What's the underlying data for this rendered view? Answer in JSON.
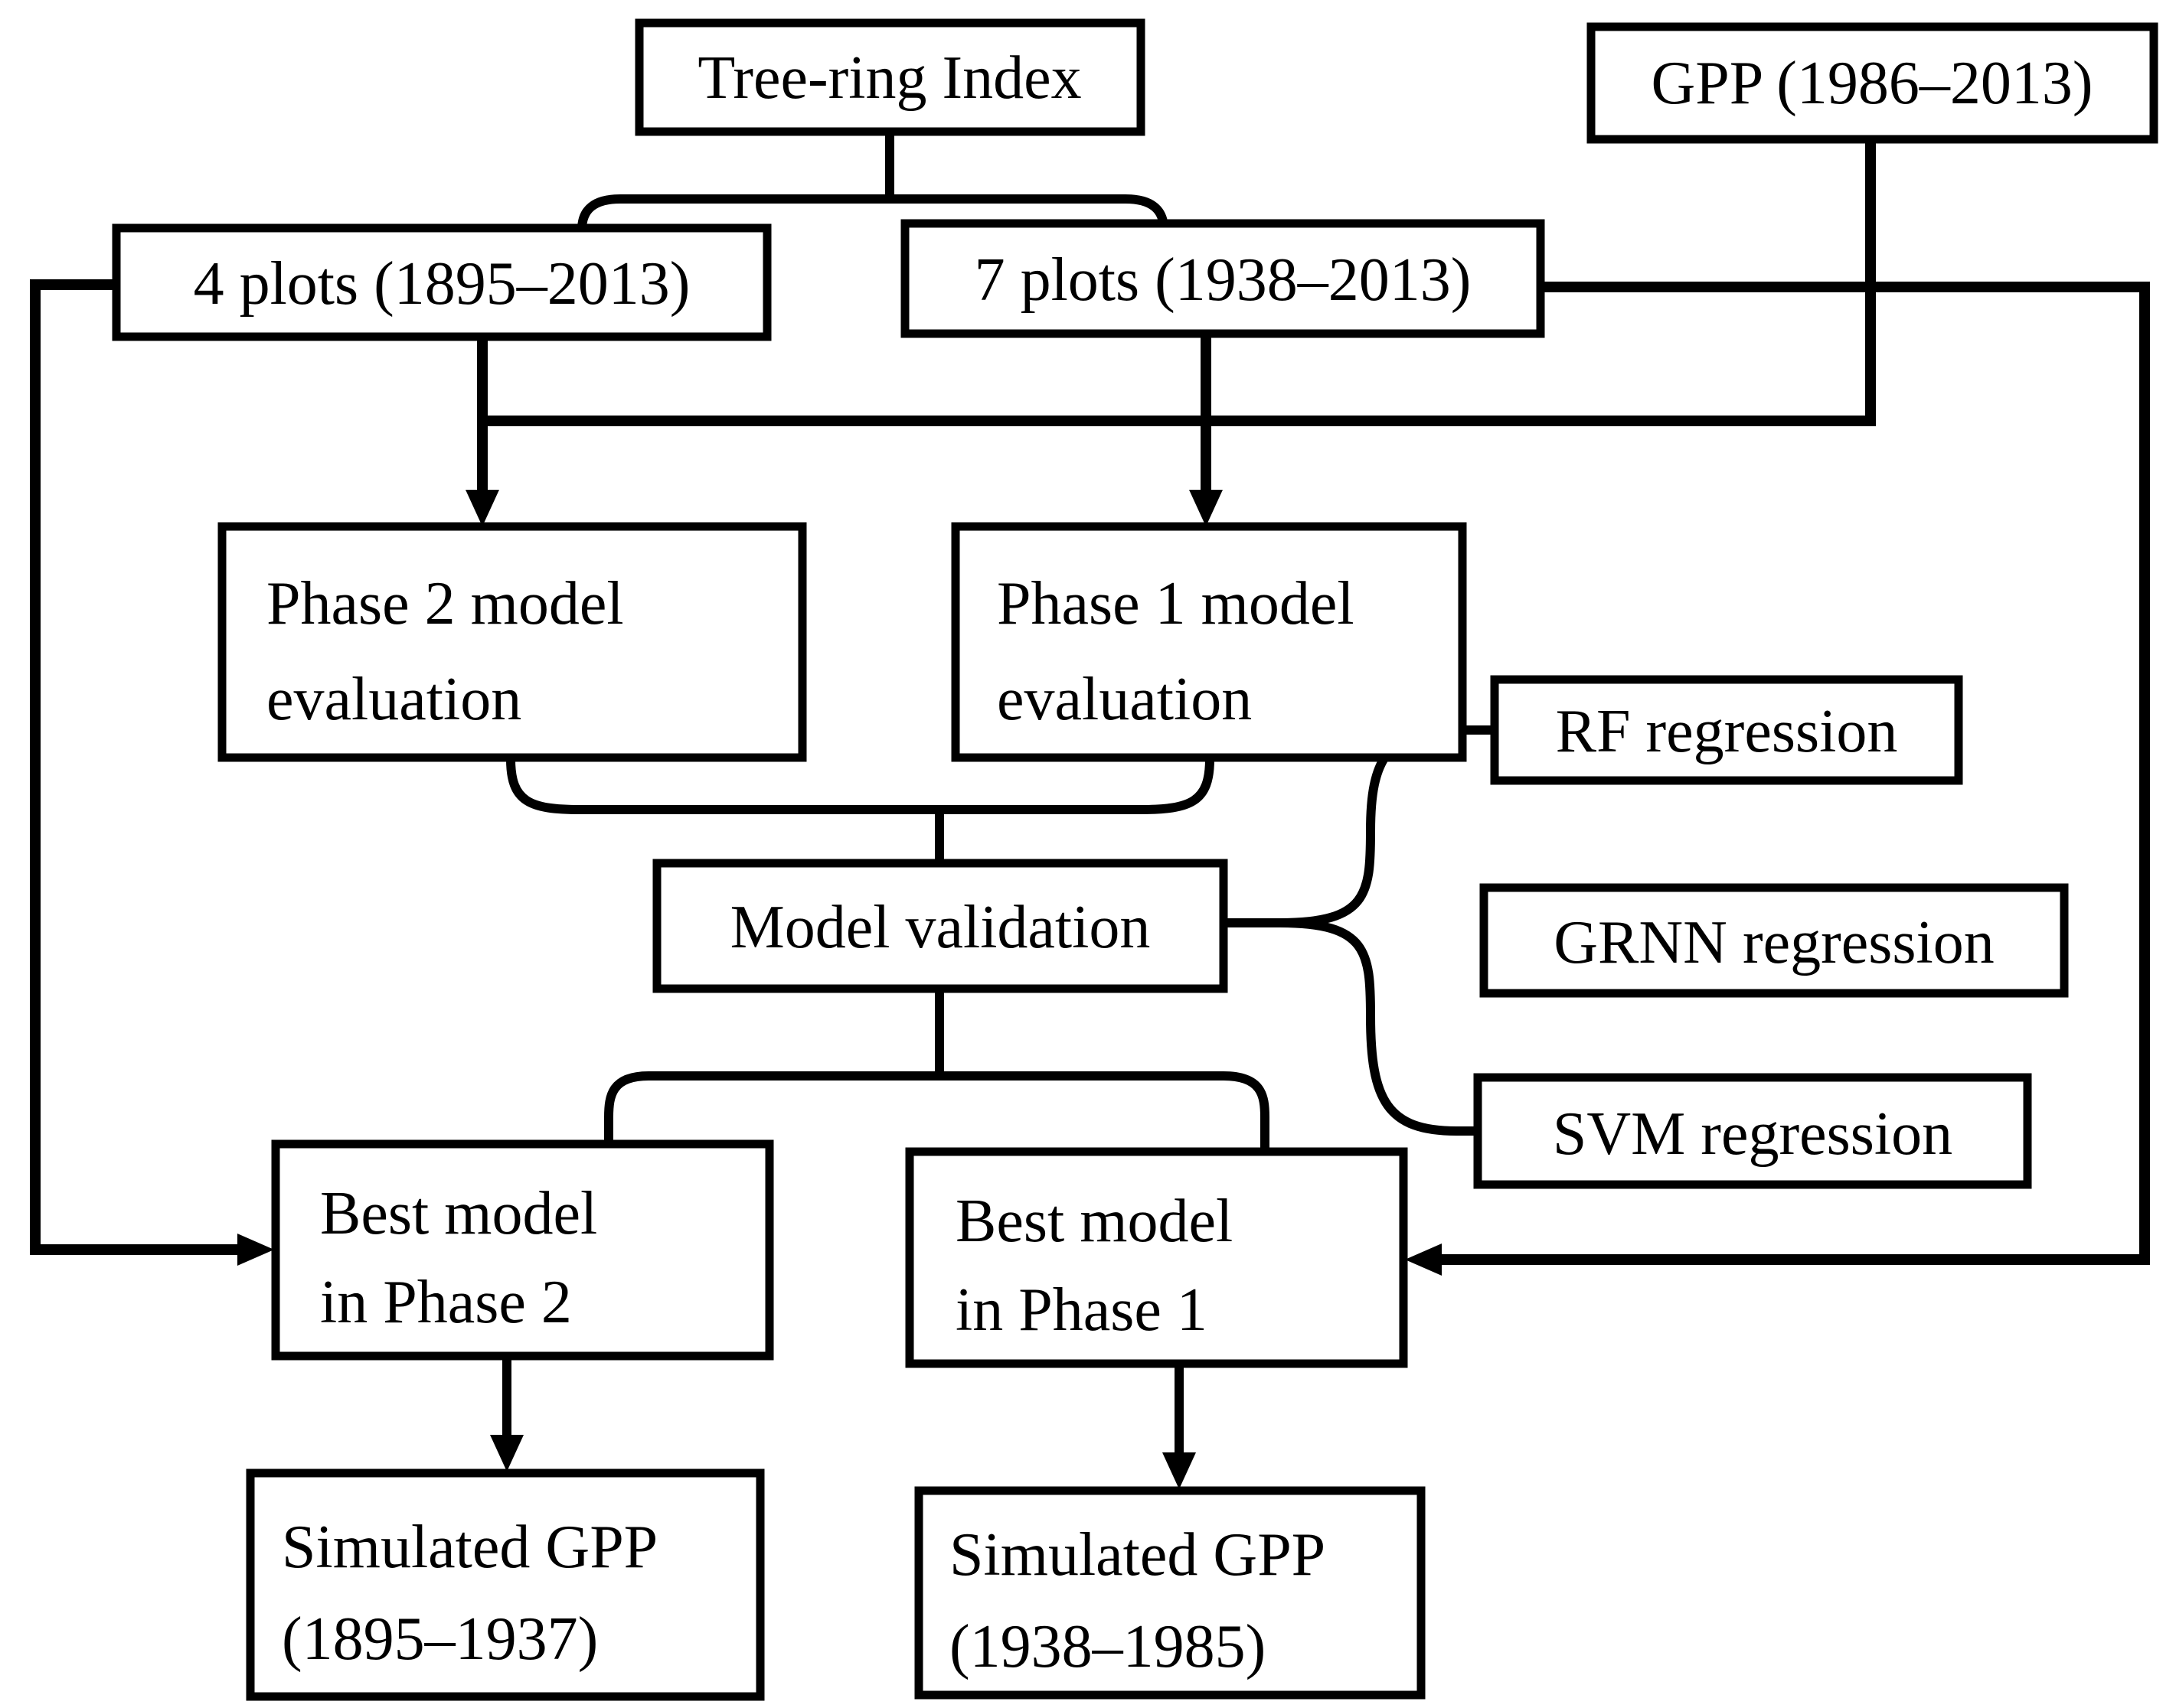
{
  "diagram": {
    "type": "flowchart",
    "background_color": "#ffffff",
    "line_color": "#000000",
    "box_fill_color": "#ffffff",
    "text_color": "#000000",
    "boxes": {
      "tree_ring": {
        "label": "Tree-ring Index"
      },
      "gpp": {
        "label": "GPP (1986–2013)"
      },
      "plots4": {
        "label": "4 plots (1895–2013)"
      },
      "plots7": {
        "label": "7 plots (1938–2013)"
      },
      "phase2_eval": {
        "line1": "Phase 2 model",
        "line2": "evaluation"
      },
      "phase1_eval": {
        "line1": "Phase 1 model",
        "line2": "evaluation"
      },
      "model_validation": {
        "label": "Model validation"
      },
      "rf": {
        "label": "RF regression"
      },
      "grnn": {
        "label": "GRNN regression"
      },
      "svm": {
        "label": "SVM regression"
      },
      "best_phase2": {
        "line1": "Best model",
        "line2": "in Phase 2"
      },
      "best_phase1": {
        "line1": "Best model",
        "line2": "in Phase 1"
      },
      "sim_gpp2": {
        "line1": "Simulated GPP",
        "line2": "(1895–1937)"
      },
      "sim_gpp1": {
        "line1": "Simulated GPP",
        "line2": "(1938–1985)"
      }
    },
    "edges": [
      "Tree-ring Index -> 4 plots (1895–2013)",
      "Tree-ring Index -> 7 plots (1938–2013)",
      "4 plots (1895–2013) -> Phase 2 model evaluation",
      "7 plots (1938–2013) -> Phase 1 model evaluation",
      "GPP (1986–2013) -> Phase 2 model evaluation",
      "GPP (1986–2013) -> Phase 1 model evaluation",
      "4 plots (1895–2013) -> Best model in Phase 2",
      "7 plots (1938–2013) -> Best model in Phase 1",
      "Phase 2 model evaluation -> Model validation",
      "Phase 1 model evaluation -> Model validation",
      "Model validation -> RF regression",
      "Model validation -> GRNN regression",
      "Model validation -> SVM regression",
      "Model validation -> Best model in Phase 2",
      "Model validation -> Best model in Phase 1",
      "Best model in Phase 2 -> Simulated GPP (1895–1937)",
      "Best model in Phase 1 -> Simulated GPP (1938–1985)"
    ]
  }
}
